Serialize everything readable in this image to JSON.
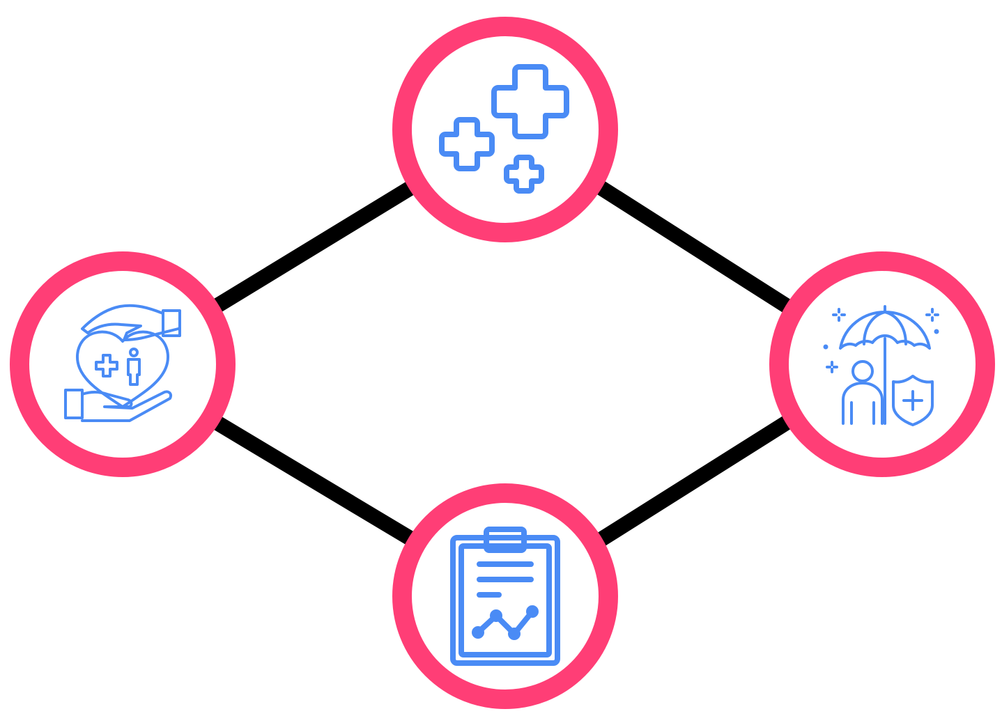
{
  "diagram": {
    "colors": {
      "ring": "#FF3E76",
      "connector": "#000000",
      "icon": "#4A8BF5",
      "background": "#FFFFFF"
    },
    "nodes": [
      {
        "id": "top",
        "icon": "medical-crosses-icon"
      },
      {
        "id": "left",
        "icon": "hands-heart-care-icon"
      },
      {
        "id": "right",
        "icon": "umbrella-shield-person-icon"
      },
      {
        "id": "bottom",
        "icon": "clipboard-chart-icon"
      }
    ],
    "edges": [
      {
        "from": "left",
        "to": "top"
      },
      {
        "from": "top",
        "to": "right"
      },
      {
        "from": "right",
        "to": "bottom"
      },
      {
        "from": "bottom",
        "to": "left"
      }
    ]
  }
}
